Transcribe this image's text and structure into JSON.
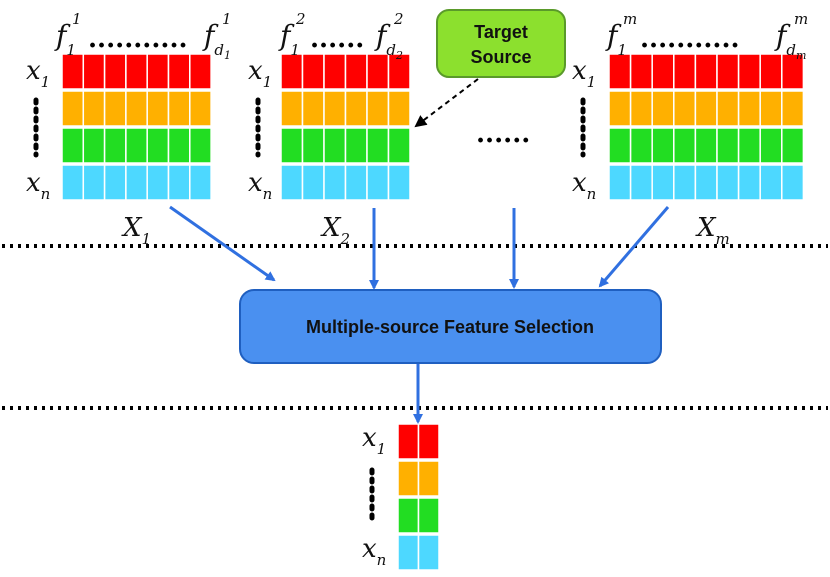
{
  "colors": {
    "row_colors": [
      "#FF0000",
      "#FFB000",
      "#22DD22",
      "#4DD8FF"
    ],
    "arrow_color": "#3070E0",
    "process_fill": "#4A90F0",
    "process_stroke": "#1F5FC0",
    "source_fill": "#8CE02E",
    "source_stroke": "#5A9A2A"
  },
  "matrices": [
    {
      "feature_first": "f",
      "feature_first_sub": "1",
      "feature_first_sup": "1",
      "feature_last": "f",
      "feature_last_sub": "d",
      "feature_last_subsub": "1",
      "feature_last_sup": "1",
      "label": "X",
      "label_sub": "1",
      "cols": 7
    },
    {
      "feature_first": "f",
      "feature_first_sub": "1",
      "feature_first_sup": "2",
      "feature_last": "f",
      "feature_last_sub": "d",
      "feature_last_subsub": "2",
      "feature_last_sup": "2",
      "label": "X",
      "label_sub": "2",
      "cols": 6
    },
    {
      "feature_first": "f",
      "feature_first_sub": "1",
      "feature_first_sup": "m",
      "feature_last": "f",
      "feature_last_sub": "d",
      "feature_last_subsub": "m",
      "feature_last_sup": "m",
      "label": "X",
      "label_sub": "m",
      "cols": 9
    }
  ],
  "row_labels": {
    "first": "x",
    "first_sub": "1",
    "last": "x",
    "last_sub": "n"
  },
  "ellipsis_middle": "......",
  "target_source": {
    "line1": "Target",
    "line2": "Source"
  },
  "process_box": {
    "label": "Multiple-source Feature Selection"
  },
  "output": {
    "cols": 2
  }
}
